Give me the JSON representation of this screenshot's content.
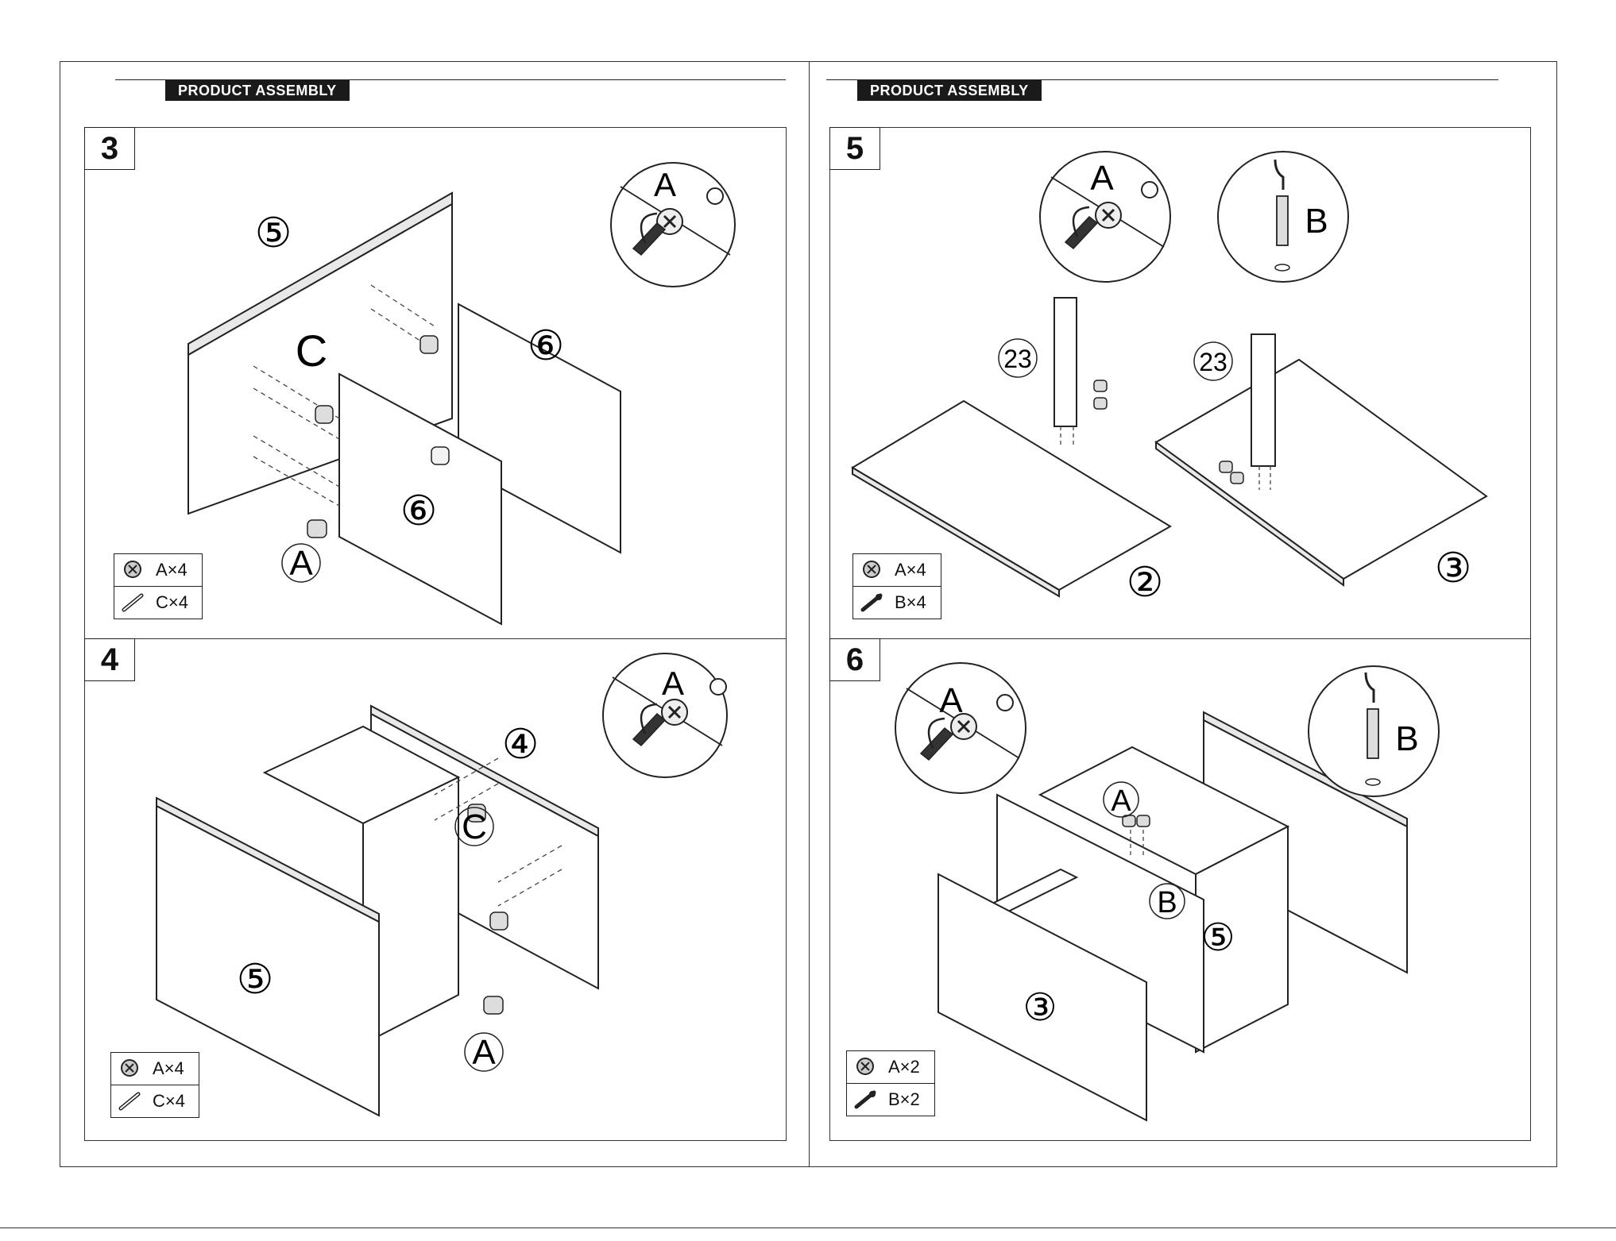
{
  "headers": {
    "left": "PRODUCT ASSEMBLY",
    "right": "PRODUCT ASSEMBLY"
  },
  "steps": [
    {
      "number": "3",
      "callouts": [
        "A",
        "C",
        "A"
      ],
      "parts": [
        "⑤",
        "⑥",
        "⑥"
      ],
      "hardware": [
        {
          "letter": "A",
          "text": "A×4"
        },
        {
          "letter": "C",
          "text": "C×4"
        }
      ]
    },
    {
      "number": "4",
      "callouts": [
        "A",
        "C",
        "A"
      ],
      "parts": [
        "④",
        "⑤"
      ],
      "hardware": [
        {
          "letter": "A",
          "text": "A×4"
        },
        {
          "letter": "C",
          "text": "C×4"
        }
      ]
    },
    {
      "number": "5",
      "callouts": [
        "A",
        "B"
      ],
      "parts": [
        "23",
        "23",
        "②",
        "③"
      ],
      "hardware": [
        {
          "letter": "A",
          "text": "A×4"
        },
        {
          "letter": "B",
          "text": "B×4"
        }
      ]
    },
    {
      "number": "6",
      "callouts": [
        "A",
        "B",
        "A",
        "B"
      ],
      "parts": [
        "⑤",
        "③"
      ],
      "hardware": [
        {
          "letter": "A",
          "text": "A×2"
        },
        {
          "letter": "B",
          "text": "B×2"
        }
      ]
    }
  ]
}
